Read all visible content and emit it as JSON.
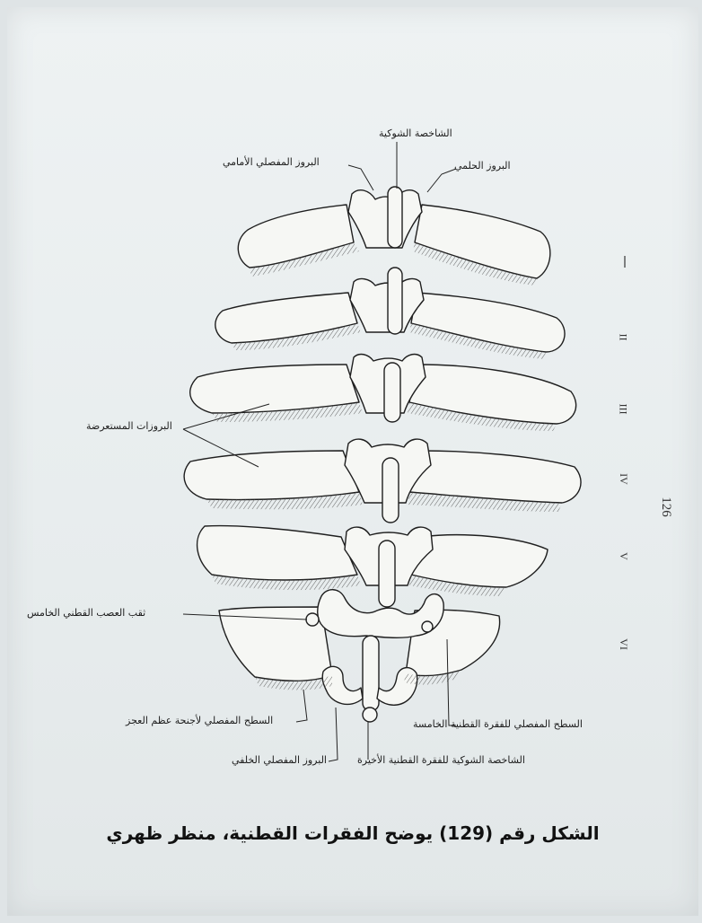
{
  "figure": {
    "labels": {
      "spinous_process": "الشاخصة الشوكية",
      "anterior_articular_process": "البروز المفصلي الأمامي",
      "mammillary_process": "البروز الحلمي",
      "transverse_processes": "البروزات المستعرضة",
      "fifth_lumbar_nerve_foramen": "ثقب العصب القطني الخامس",
      "sacral_wing_articular_surface": "السطح المفصلي لأجنحة عظم العجز",
      "posterior_articular_process": "البروز المفصلي الخلفي",
      "last_lumbar_spinous_process": "الشاخصة الشوكية للفقرة القطنية الأخيرة",
      "fifth_lumbar_articular_surface": "السطح المفصلي للفقرة القطنية الخامسة"
    },
    "vertebra_numbers": [
      "I",
      "II",
      "III",
      "IV",
      "V",
      "VI"
    ],
    "caption": "الشكل رقم (129) يوضح الفقرات القطنية، منظر ظهري"
  },
  "page_number": "126",
  "colors": {
    "paper": "#eef2f3",
    "ink": "#1f1f1f",
    "bone": "#f6f7f4"
  }
}
